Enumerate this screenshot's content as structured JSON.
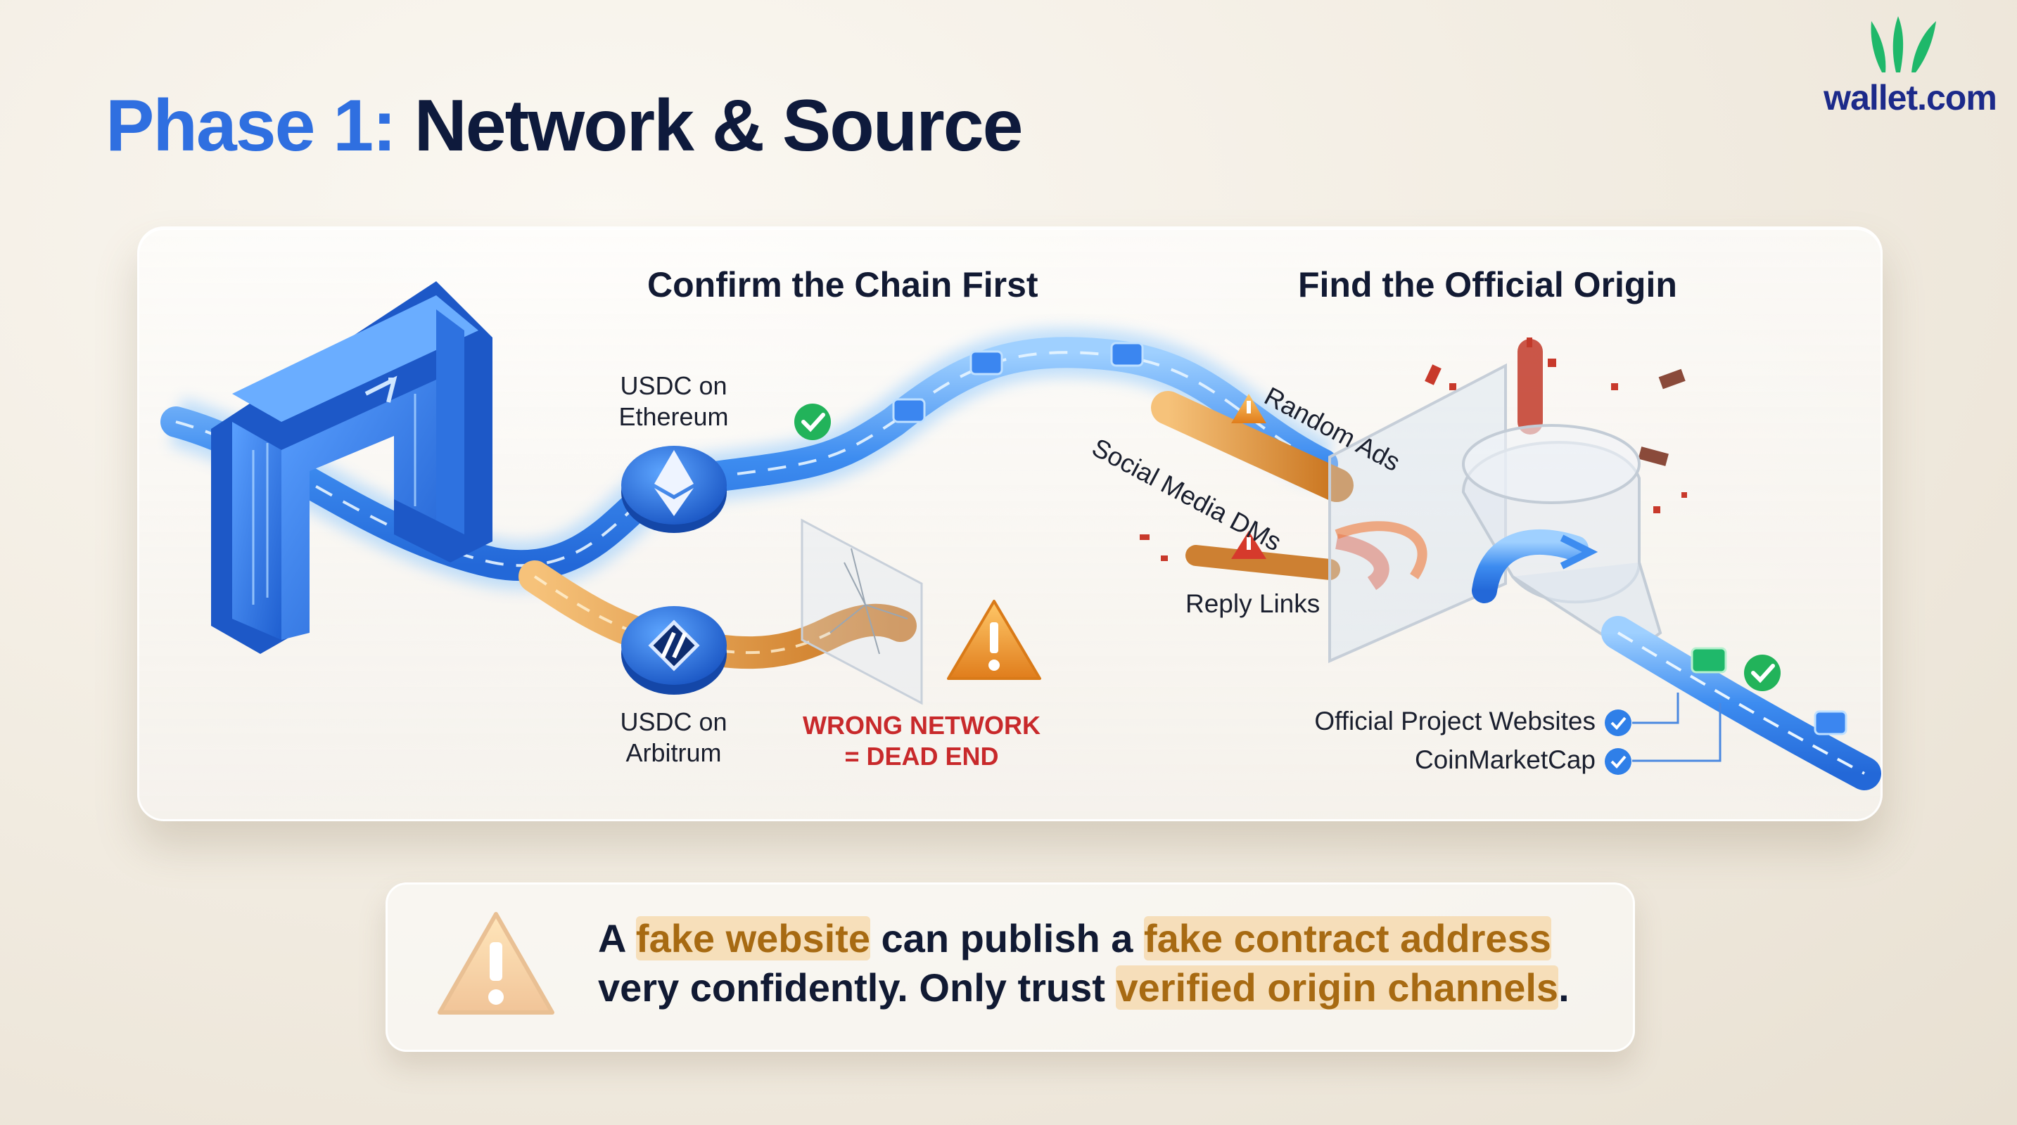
{
  "header": {
    "title_accent": "Phase 1:",
    "title_rest": " Network & Source",
    "logo_text": "wallet.com"
  },
  "colors": {
    "brand_navy": "#0e1a3c",
    "accent_blue": "#2f6fe0",
    "logo_green": "#1fb86a",
    "danger_red": "#c8292b",
    "warning_orange": "#e8922e",
    "highlight_gold": "#a76a12"
  },
  "diagram": {
    "left_section": {
      "title": "Confirm the Chain First",
      "ethereum_label": "USDC on\nEthereum",
      "ethereum_status": "check-icon",
      "arbitrum_label": "USDC on\nArbitrum",
      "wrong_network": "WRONG NETWORK\n= DEAD END"
    },
    "right_section": {
      "title": "Find the Official Origin",
      "untrusted_sources": [
        "Random Ads",
        "Social Media DMs",
        "Reply Links"
      ],
      "verified_sources": [
        "Official Project Websites",
        "CoinMarketCap"
      ]
    }
  },
  "callout": {
    "icon": "warning-icon",
    "segments": [
      {
        "text": "A ",
        "highlight": false
      },
      {
        "text": "fake website",
        "highlight": true
      },
      {
        "text": " can publish a ",
        "highlight": false
      },
      {
        "text": "fake contract address",
        "highlight": true
      },
      {
        "text": " very confidently. Only trust ",
        "highlight": false
      },
      {
        "text": "verified origin channels",
        "highlight": true
      },
      {
        "text": ".",
        "highlight": false
      }
    ]
  }
}
